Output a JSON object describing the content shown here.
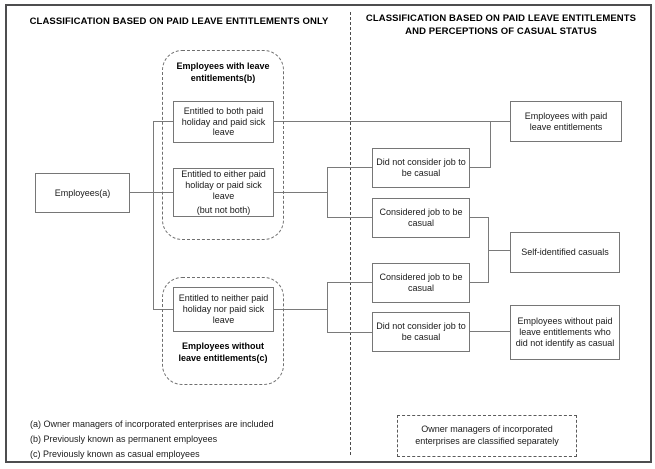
{
  "header": {
    "left_title": "CLASSIFICATION BASED ON PAID LEAVE ENTITLEMENTS ONLY",
    "right_title": "CLASSIFICATION BASED ON PAID LEAVE ENTITLEMENTS AND PERCEPTIONS OF CASUAL STATUS"
  },
  "left_column": {
    "employees_label": "Employees(a)",
    "group_with": {
      "title": "Employees with leave entitlements(b)",
      "box_both": "Entitled to both paid holiday and paid sick leave",
      "box_either": "Entitled to either paid holiday or paid sick leave",
      "box_either_note": "(but not both)"
    },
    "group_without": {
      "box_neither": "Entitled to neither paid holiday nor paid sick leave",
      "title": "Employees without leave entitlements(c)"
    }
  },
  "middle_column": {
    "box_top_did_not": "Did not consider job to be casual",
    "box_considered_1": "Considered job to be casual",
    "box_considered_2": "Considered job to be casual",
    "box_bottom_did_not": "Did not consider job to be casual"
  },
  "right_column": {
    "box_with_paid_leave": "Employees with paid leave entitlements",
    "box_self_identified": "Self-identified casuals",
    "box_without_paid_leave": "Employees without paid leave entitlements who did not identify as casual"
  },
  "footnotes": [
    "(a) Owner managers of incorporated enterprises are included",
    "(b) Previously known as permanent employees",
    "(c) Previously known as casual employees"
  ],
  "note_box_text": "Owner managers of incorporated enterprises are classified separately",
  "colors": {
    "line": "#7a7a7a",
    "box_border": "#767676",
    "frame_border": "#4d4d4f",
    "text": "#1a1a1a",
    "background": "#ffffff"
  }
}
